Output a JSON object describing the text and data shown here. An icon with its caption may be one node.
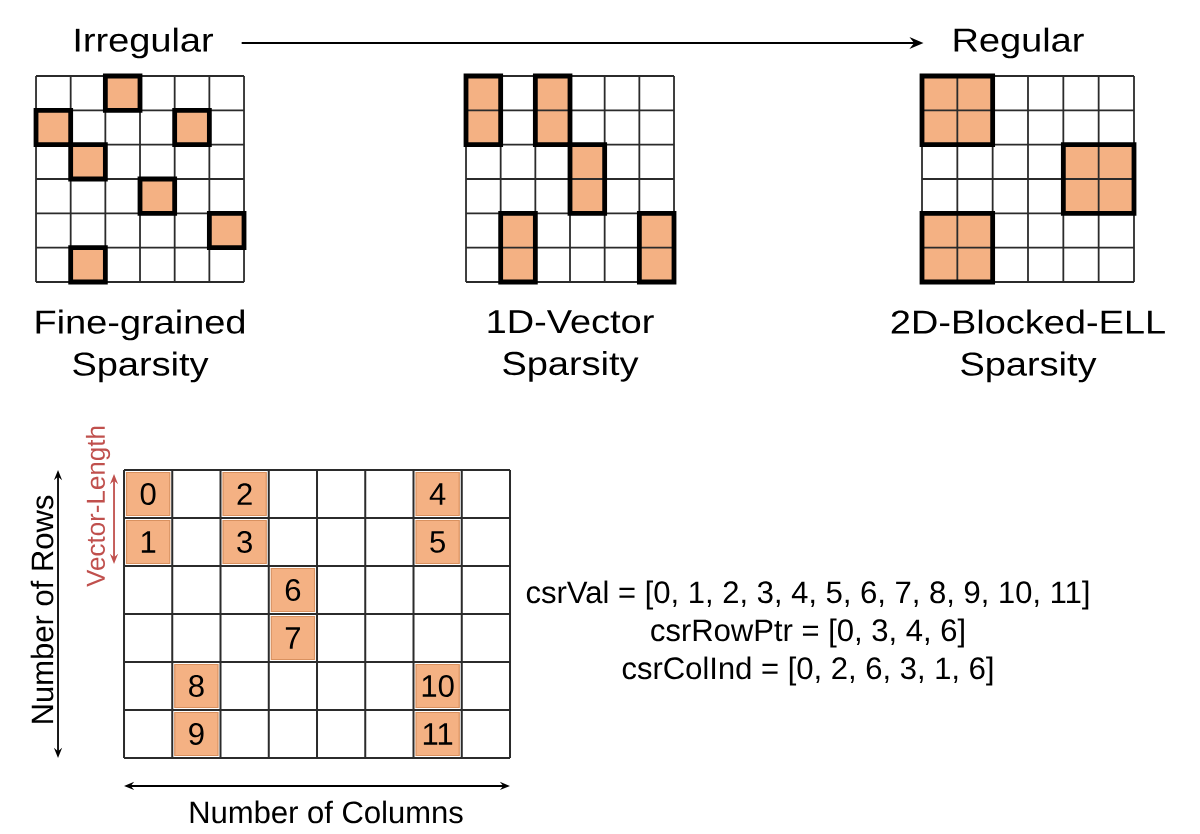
{
  "diagram": {
    "nodes": [
      {
        "text": [
          "Irregular"
        ]
      },
      {
        "text": [
          "Regular"
        ]
      }
    ],
    "edges": [
      {
        "from": 0,
        "to": 1,
        "arrow": "to"
      }
    ],
    "labels": [
      "Fine-grained Sparsity",
      "1D-Vector Sparsity",
      "2D-Blocked-ELL Sparsity",
      "Vector-Length",
      "Number of Rows",
      "0",
      "2",
      "4",
      "1",
      "3",
      "5",
      "6",
      "7",
      "8",
      "10",
      "9",
      "11",
      "csrVal = [0, 1, 2, 3, 4, 5, 6, 7, 8, 9, 10, 11]",
      "csrRowPtr = [0, 3, 4, 6]",
      "csrColInd = [0, 2, 6, 3, 1, 6]",
      "Number of Columns"
    ]
  }
}
